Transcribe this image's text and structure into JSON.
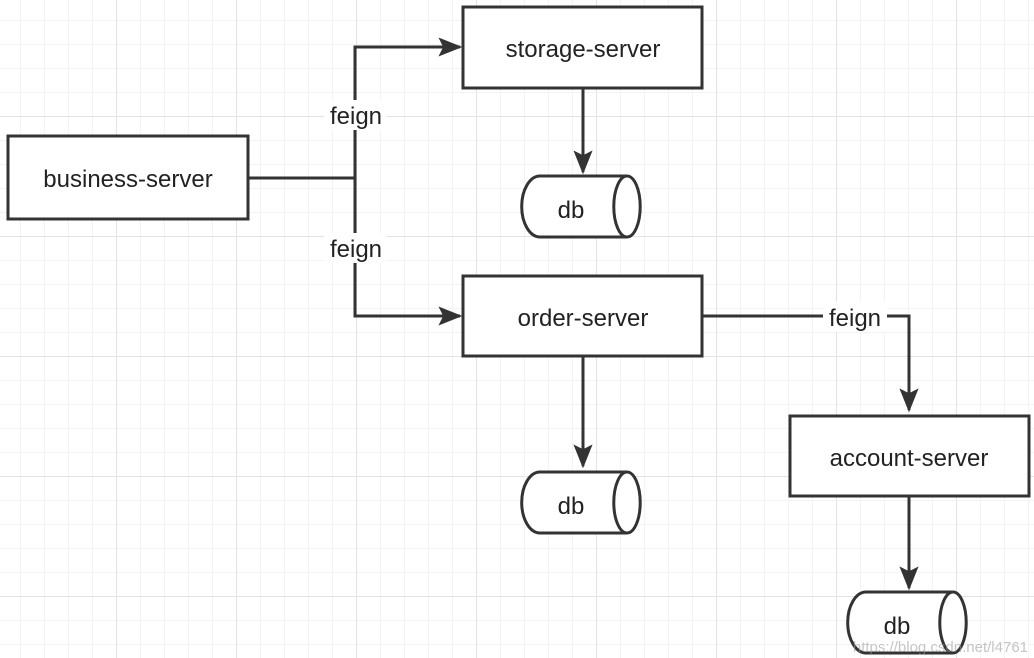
{
  "nodes": {
    "business": {
      "label": "business-server"
    },
    "storage": {
      "label": "storage-server"
    },
    "order": {
      "label": "order-server"
    },
    "account": {
      "label": "account-server"
    }
  },
  "databases": {
    "storage_db": {
      "label": "db"
    },
    "order_db": {
      "label": "db"
    },
    "account_db": {
      "label": "db"
    }
  },
  "edges": {
    "business_to_storage": {
      "label": "feign"
    },
    "business_to_order": {
      "label": "feign"
    },
    "order_to_account": {
      "label": "feign"
    }
  },
  "watermark": "https://blog.csdn.net/l4761",
  "colors": {
    "stroke": "#333333",
    "grid": "#e3e3e3"
  }
}
